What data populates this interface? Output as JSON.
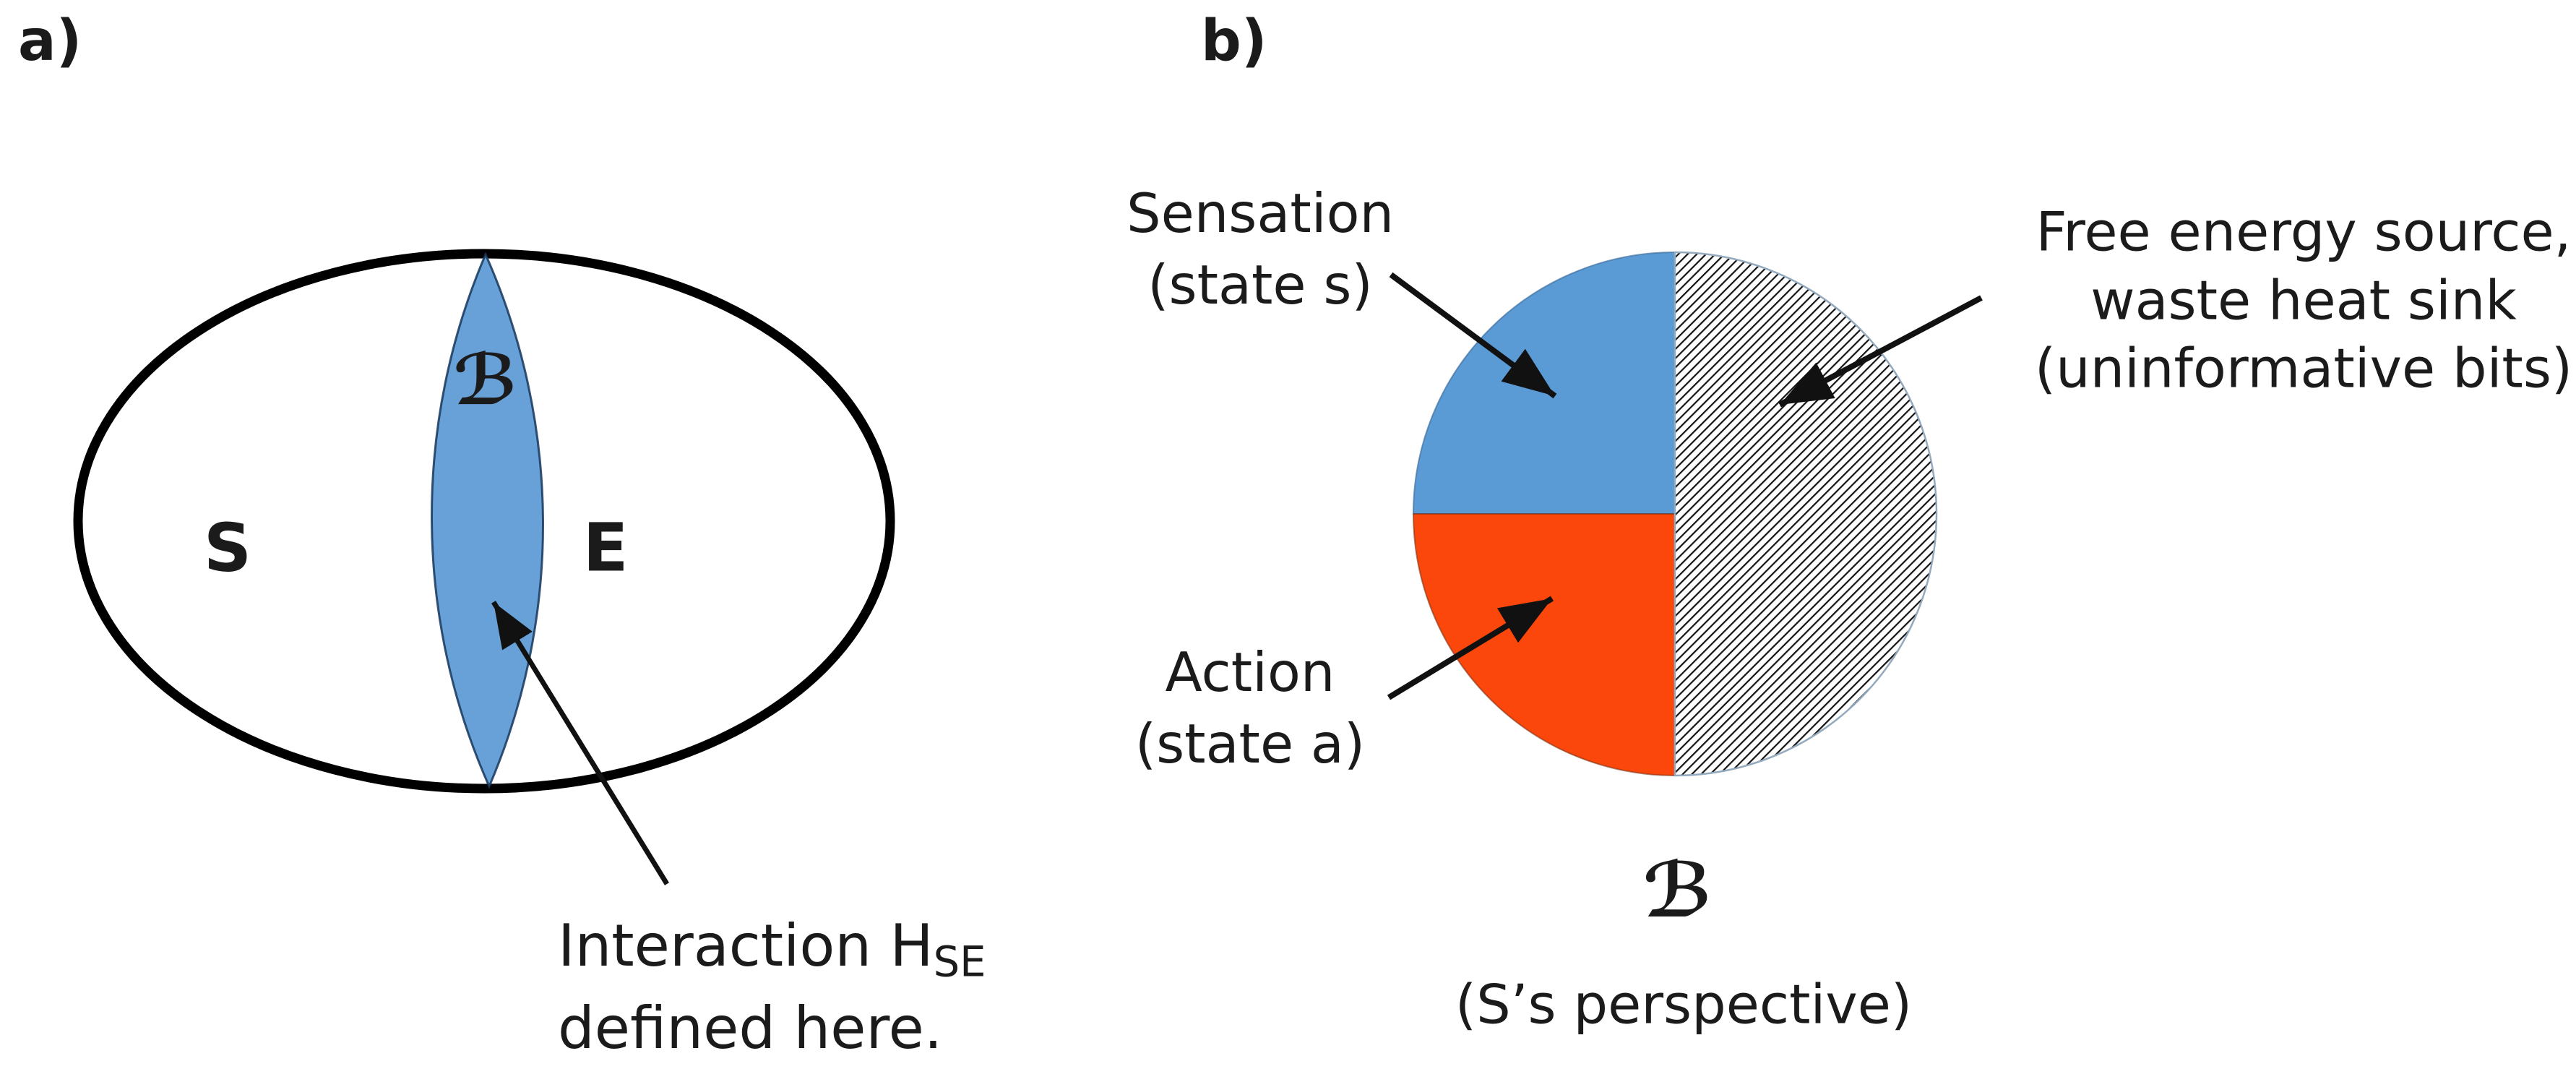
{
  "panel_a": {
    "label": "a)",
    "system_letter": "S",
    "environment_letter": "E",
    "boundary_symbol": "ℬ",
    "annotation": {
      "line1_prefix": "Interaction H",
      "subscript": "SE",
      "line2": "defined here."
    }
  },
  "panel_b": {
    "label": "b)",
    "sensation_label": {
      "line1": "Sensation",
      "line2": "(state s)"
    },
    "action_label": {
      "line1": "Action",
      "line2": "(state a)"
    },
    "free_energy_label": {
      "line1": "Free energy source,",
      "line2": "waste heat sink",
      "line3": "(uninformative bits)"
    },
    "boundary_symbol": "ℬ",
    "caption": "(S’s perspective)"
  },
  "colors": {
    "ink": "#111111",
    "ellipse_stroke": "#000000",
    "lens_fill": "#68A0D8",
    "lens_border": "#16365C",
    "sensation_blue": "#5B9BD5",
    "sensation_blue_edge": "#3D6E9E",
    "action_orange": "#FB470B",
    "action_orange_edge": "#7F3010",
    "hatch_line": "#141414",
    "hatch_border": "#93A9BD",
    "hatch_background": "#FFFFFF"
  }
}
